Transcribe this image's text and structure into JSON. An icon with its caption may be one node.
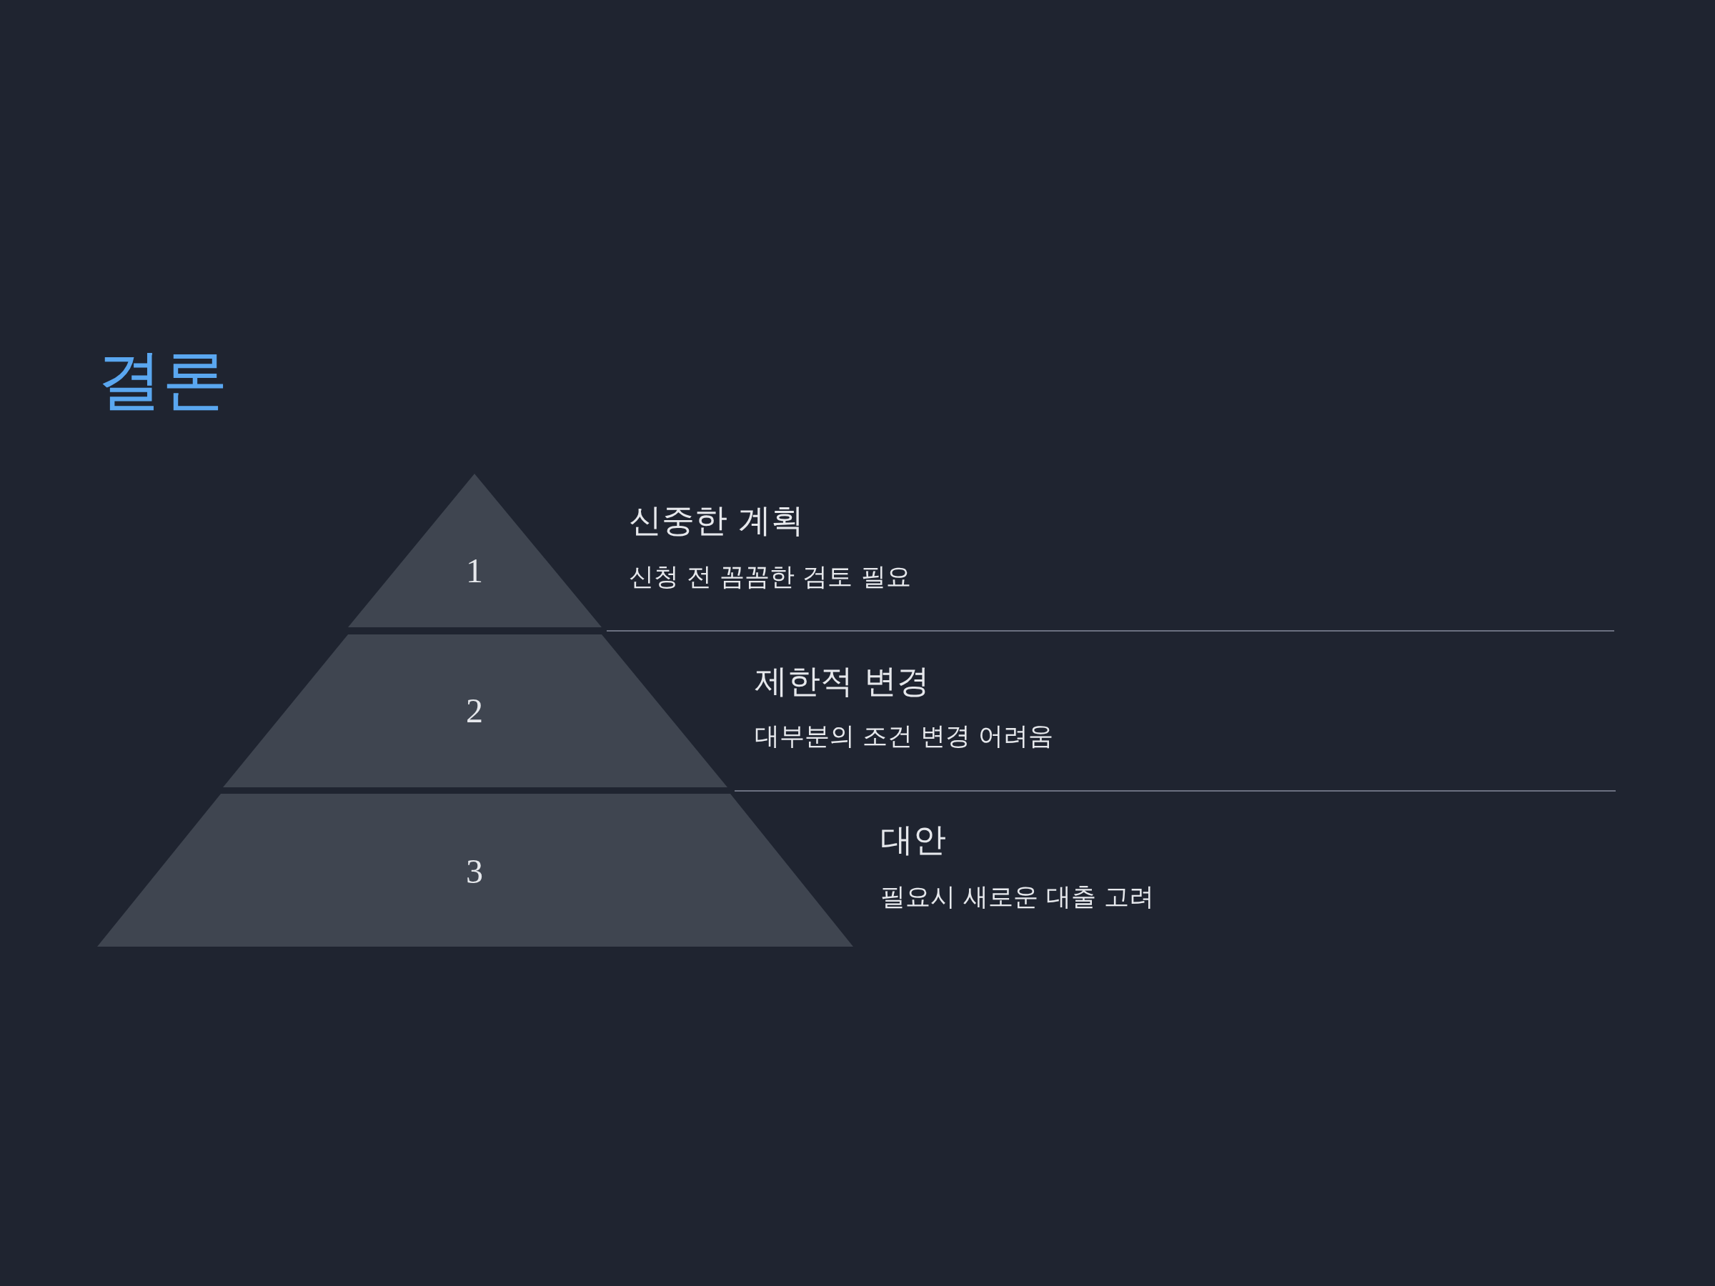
{
  "diagram": {
    "title": "결론",
    "nodes": [
      {
        "text": [
          "1"
        ],
        "beside": [
          "신중한 계획",
          "신청 전 꼼꼼한 검토 필요"
        ]
      },
      {
        "text": [
          "2"
        ],
        "beside": [
          "제한적 변경",
          "대부분의 조건 변경 어려움"
        ]
      },
      {
        "text": [
          "3"
        ],
        "beside": [
          "대안",
          "필요시 새로운 대출 고려"
        ]
      }
    ]
  }
}
